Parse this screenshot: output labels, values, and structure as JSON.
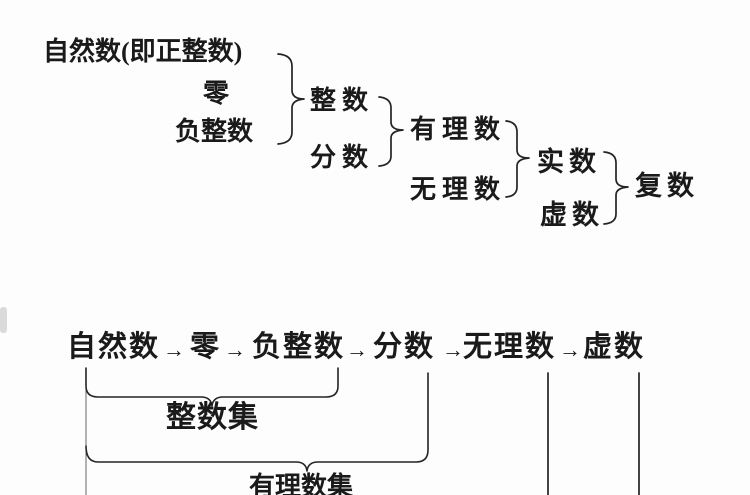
{
  "top": {
    "natural": "自然数(即正整数)",
    "zero": "零",
    "negative": "负整数",
    "integer": "整数",
    "fraction": "分数",
    "rational": "有理数",
    "irrational": "无理数",
    "real": "实数",
    "imaginary": "虚数",
    "complex": "复数"
  },
  "bottom": {
    "chain": [
      "自然数",
      "零",
      "负整数",
      "分数",
      "无理数",
      "虚数"
    ],
    "arrow": "→",
    "integer_set": "整数集",
    "rational_set": "有理数集"
  },
  "colors": {
    "line": "#242424",
    "faint_line": "#666666",
    "text": "#1a1a1a",
    "background": "#fdfdfd"
  }
}
